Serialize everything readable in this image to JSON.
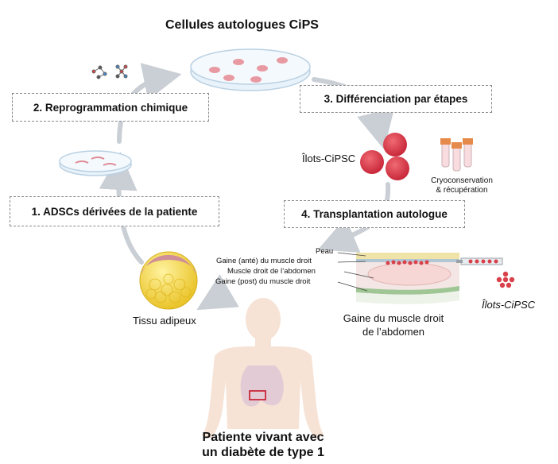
{
  "title": "Cellules autologues CiPS",
  "steps": {
    "step1": "1. ADSCs dérivées de la patiente",
    "step2": "2. Reprogrammation chimique",
    "step3": "3. Différenciation par étapes",
    "step4": "4. Transplantation autologue"
  },
  "labels": {
    "ilots_left": "Îlots-CiPSC",
    "ilots_right": "Îlots-CiPSC",
    "cryo_line1": "Cryoconservation",
    "cryo_line2": "& récupération",
    "tissu": "Tissu adipeux",
    "gaine_line1": "Gaine du muscle droit",
    "gaine_line2": "de l’abdomen",
    "patient_line1": "Patiente vivant avec",
    "patient_line2": "un diabète de type 1"
  },
  "layers": {
    "peau": "Peau",
    "gaine_ante": "Gaine (anté) du muscle droit",
    "muscle": "Muscle droit de l’abdomen",
    "gaine_post": "Gaine (post) du muscle droit"
  },
  "colors": {
    "arrow": "#c9cfd4",
    "cell_red": "#d9404a",
    "fat_yellow": "#f2d640",
    "body_skin": "#f6e3d6"
  }
}
